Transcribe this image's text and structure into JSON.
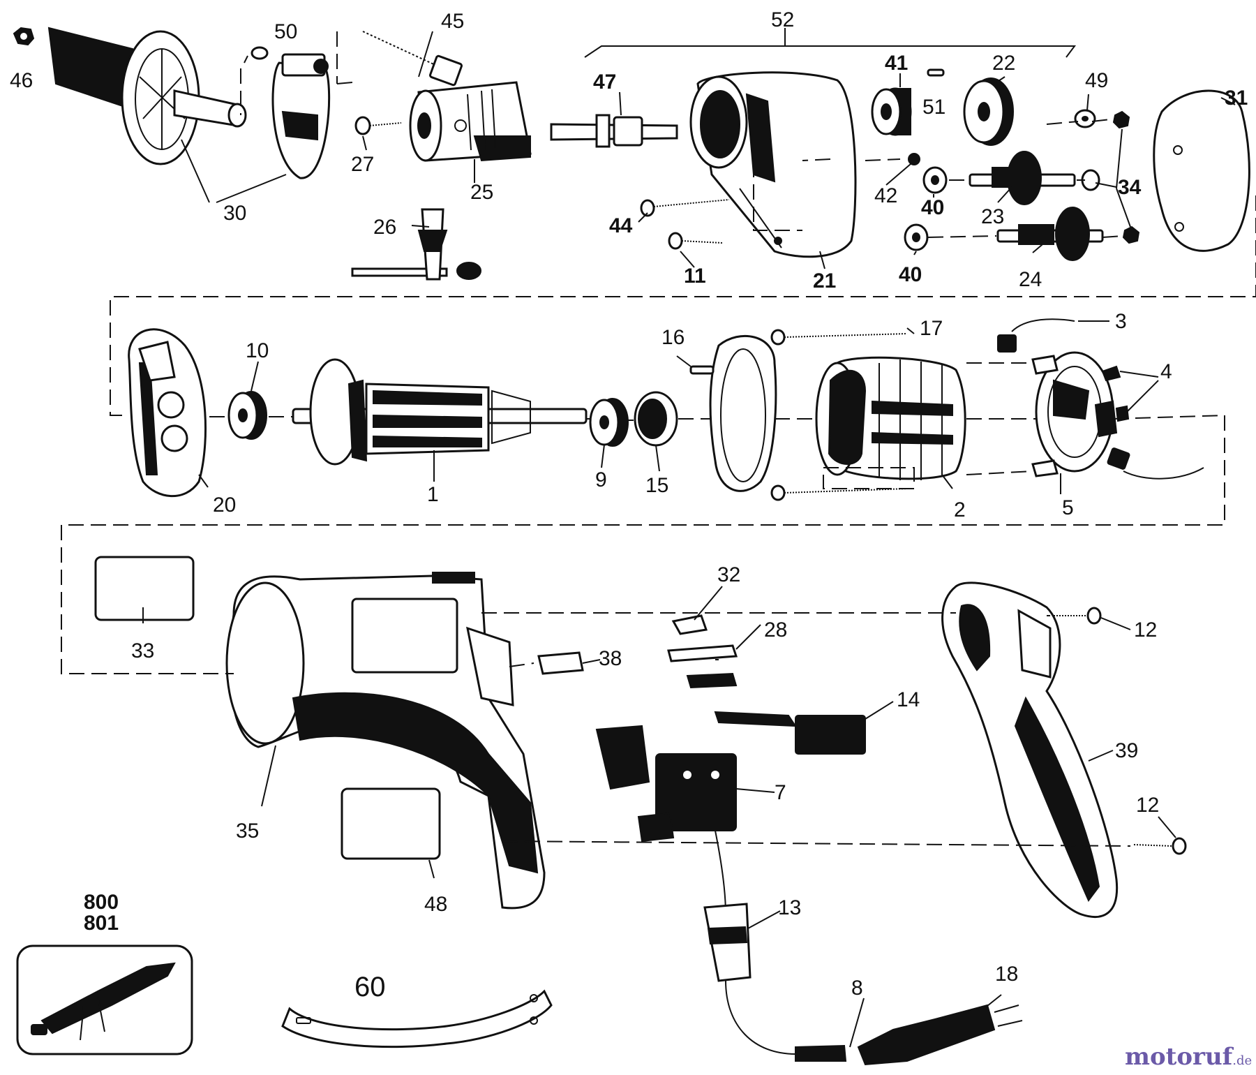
{
  "labels": {
    "l46": "46",
    "l50": "50",
    "l45": "45",
    "l52": "52",
    "l47": "47",
    "l41": "41",
    "l51": "51",
    "l22": "22",
    "l49": "49",
    "l31": "31",
    "l27": "27",
    "l25": "25",
    "l30": "30",
    "l26": "26",
    "l42": "42",
    "l40a": "40",
    "l34": "34",
    "l23": "23",
    "l44": "44",
    "l11": "11",
    "l21": "21",
    "l40b": "40",
    "l24": "24",
    "l10": "10",
    "l16": "16",
    "l17": "17",
    "l3": "3",
    "l4": "4",
    "l20": "20",
    "l1": "1",
    "l9": "9",
    "l15": "15",
    "l2": "2",
    "l5": "5",
    "l32": "32",
    "l28": "28",
    "l38": "38",
    "l33": "33",
    "l12a": "12",
    "l14": "14",
    "l39": "39",
    "l7": "7",
    "l35": "35",
    "l12b": "12",
    "l48": "48",
    "l13": "13",
    "l800": "800",
    "l801": "801",
    "l60": "60",
    "l8": "8",
    "l18": "18"
  },
  "watermark": {
    "brand": "motoruf",
    "tld": ".de"
  }
}
